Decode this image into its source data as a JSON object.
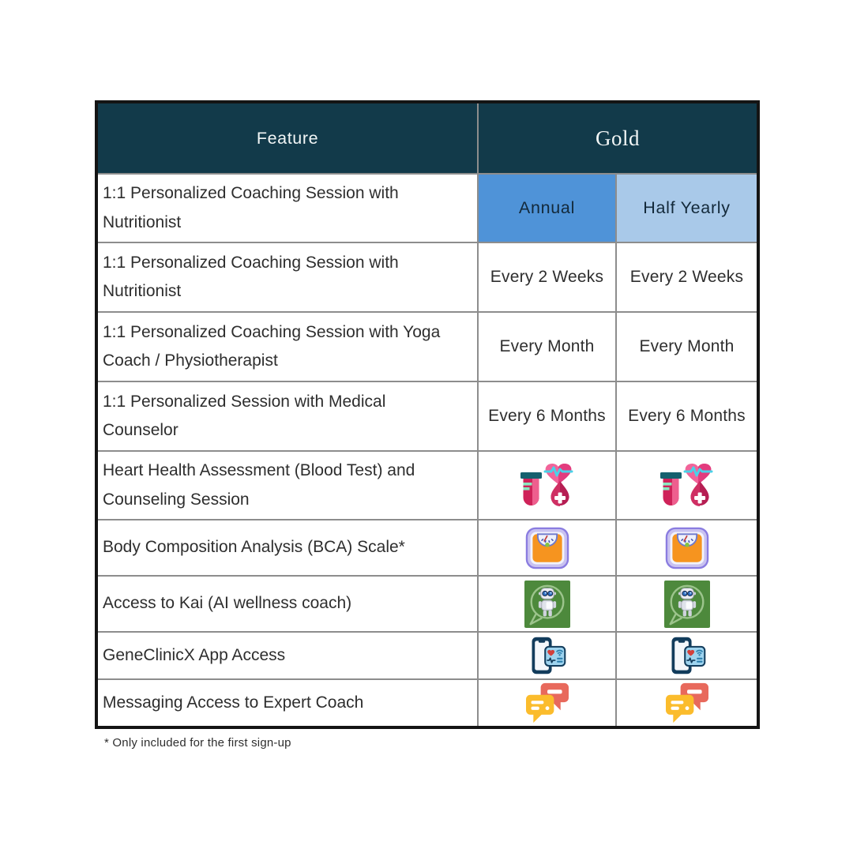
{
  "colors": {
    "page-bg": "#ffffff",
    "header-bg": "#123a4a",
    "header-text": "#f2f6f6",
    "annual-bg": "#4f93d8",
    "half-yearly-bg": "#a9c9e9",
    "plan-text": "#13293a",
    "body-text": "#2e2e2e",
    "grid-line": "#8d8d8d",
    "outer-border": "#141414",
    "footnote-text": "#2e2e2e"
  },
  "table": {
    "feature_header": "Feature",
    "plan_header": "Gold",
    "plan_row": {
      "feature": "1:1 Personalized Coaching Session with Nutritionist",
      "columns": [
        "Annual",
        "Half Yearly"
      ]
    },
    "rows": [
      {
        "feature": "1:1 Personalized Coaching Session with Nutritionist",
        "values": [
          "Every 2 Weeks",
          "Every 2 Weeks"
        ]
      },
      {
        "feature": "1:1 Personalized Coaching Session with Yoga Coach / Physiotherapist",
        "values": [
          "Every Month",
          "Every Month"
        ]
      },
      {
        "feature": "1:1 Personalized Session with Medical Counselor",
        "values": [
          "Every 6 Months",
          "Every 6 Months"
        ]
      },
      {
        "feature": "Heart Health Assessment (Blood Test) and Counseling Session",
        "icon": "heart-health-icon"
      },
      {
        "feature": "Body Composition Analysis (BCA) Scale*",
        "icon": "bca-scale-icon"
      },
      {
        "feature": "Access to Kai (AI wellness coach)",
        "icon": "kai-robot-icon"
      },
      {
        "feature": "GeneClinicX App Access",
        "icon": "geneclinicx-app-icon"
      },
      {
        "feature": "Messaging Access to Expert Coach",
        "icon": "messaging-chat-icon"
      }
    ]
  },
  "footnote": "* Only included for the first sign-up"
}
